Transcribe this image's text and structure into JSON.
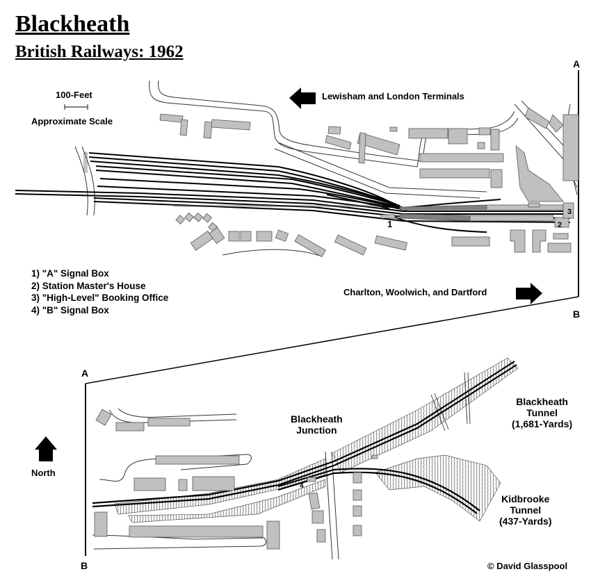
{
  "header": {
    "title": "Blackheath",
    "subtitle": "British Railways: 1962"
  },
  "scale": {
    "value_label": "100-Feet",
    "caption": "Approximate Scale"
  },
  "directions": {
    "west": "Lewisham and London Terminals",
    "east": "Charlton, Woolwich, and Dartford",
    "north": "North"
  },
  "match_points": {
    "a_top": "A",
    "b_top": "B",
    "a_bottom": "A",
    "b_bottom": "B"
  },
  "legend": {
    "items": [
      {
        "number": "1",
        "label": "1) \"A\" Signal Box"
      },
      {
        "number": "2",
        "label": "2) Station Master's House"
      },
      {
        "number": "3",
        "label": "3) \"High-Level\" Booking Office"
      },
      {
        "number": "4",
        "label": "4) \"B\" Signal Box"
      }
    ]
  },
  "markers": {
    "m1": "1",
    "m2": "2",
    "m3": "3",
    "m4": "4"
  },
  "places": {
    "junction_line1": "Blackheath",
    "junction_line2": "Junction",
    "bh_tunnel_line1": "Blackheath",
    "bh_tunnel_line2": "Tunnel",
    "bh_tunnel_line3": "(1,681-Yards)",
    "kb_tunnel_line1": "Kidbrooke",
    "kb_tunnel_line2": "Tunnel",
    "kb_tunnel_line3": "(437-Yards)"
  },
  "credit": "© David Glasspool",
  "colors": {
    "building_fill": "#c0c0c0",
    "platform_dark": "#808080",
    "track": "#000000",
    "outline": "#404040"
  }
}
